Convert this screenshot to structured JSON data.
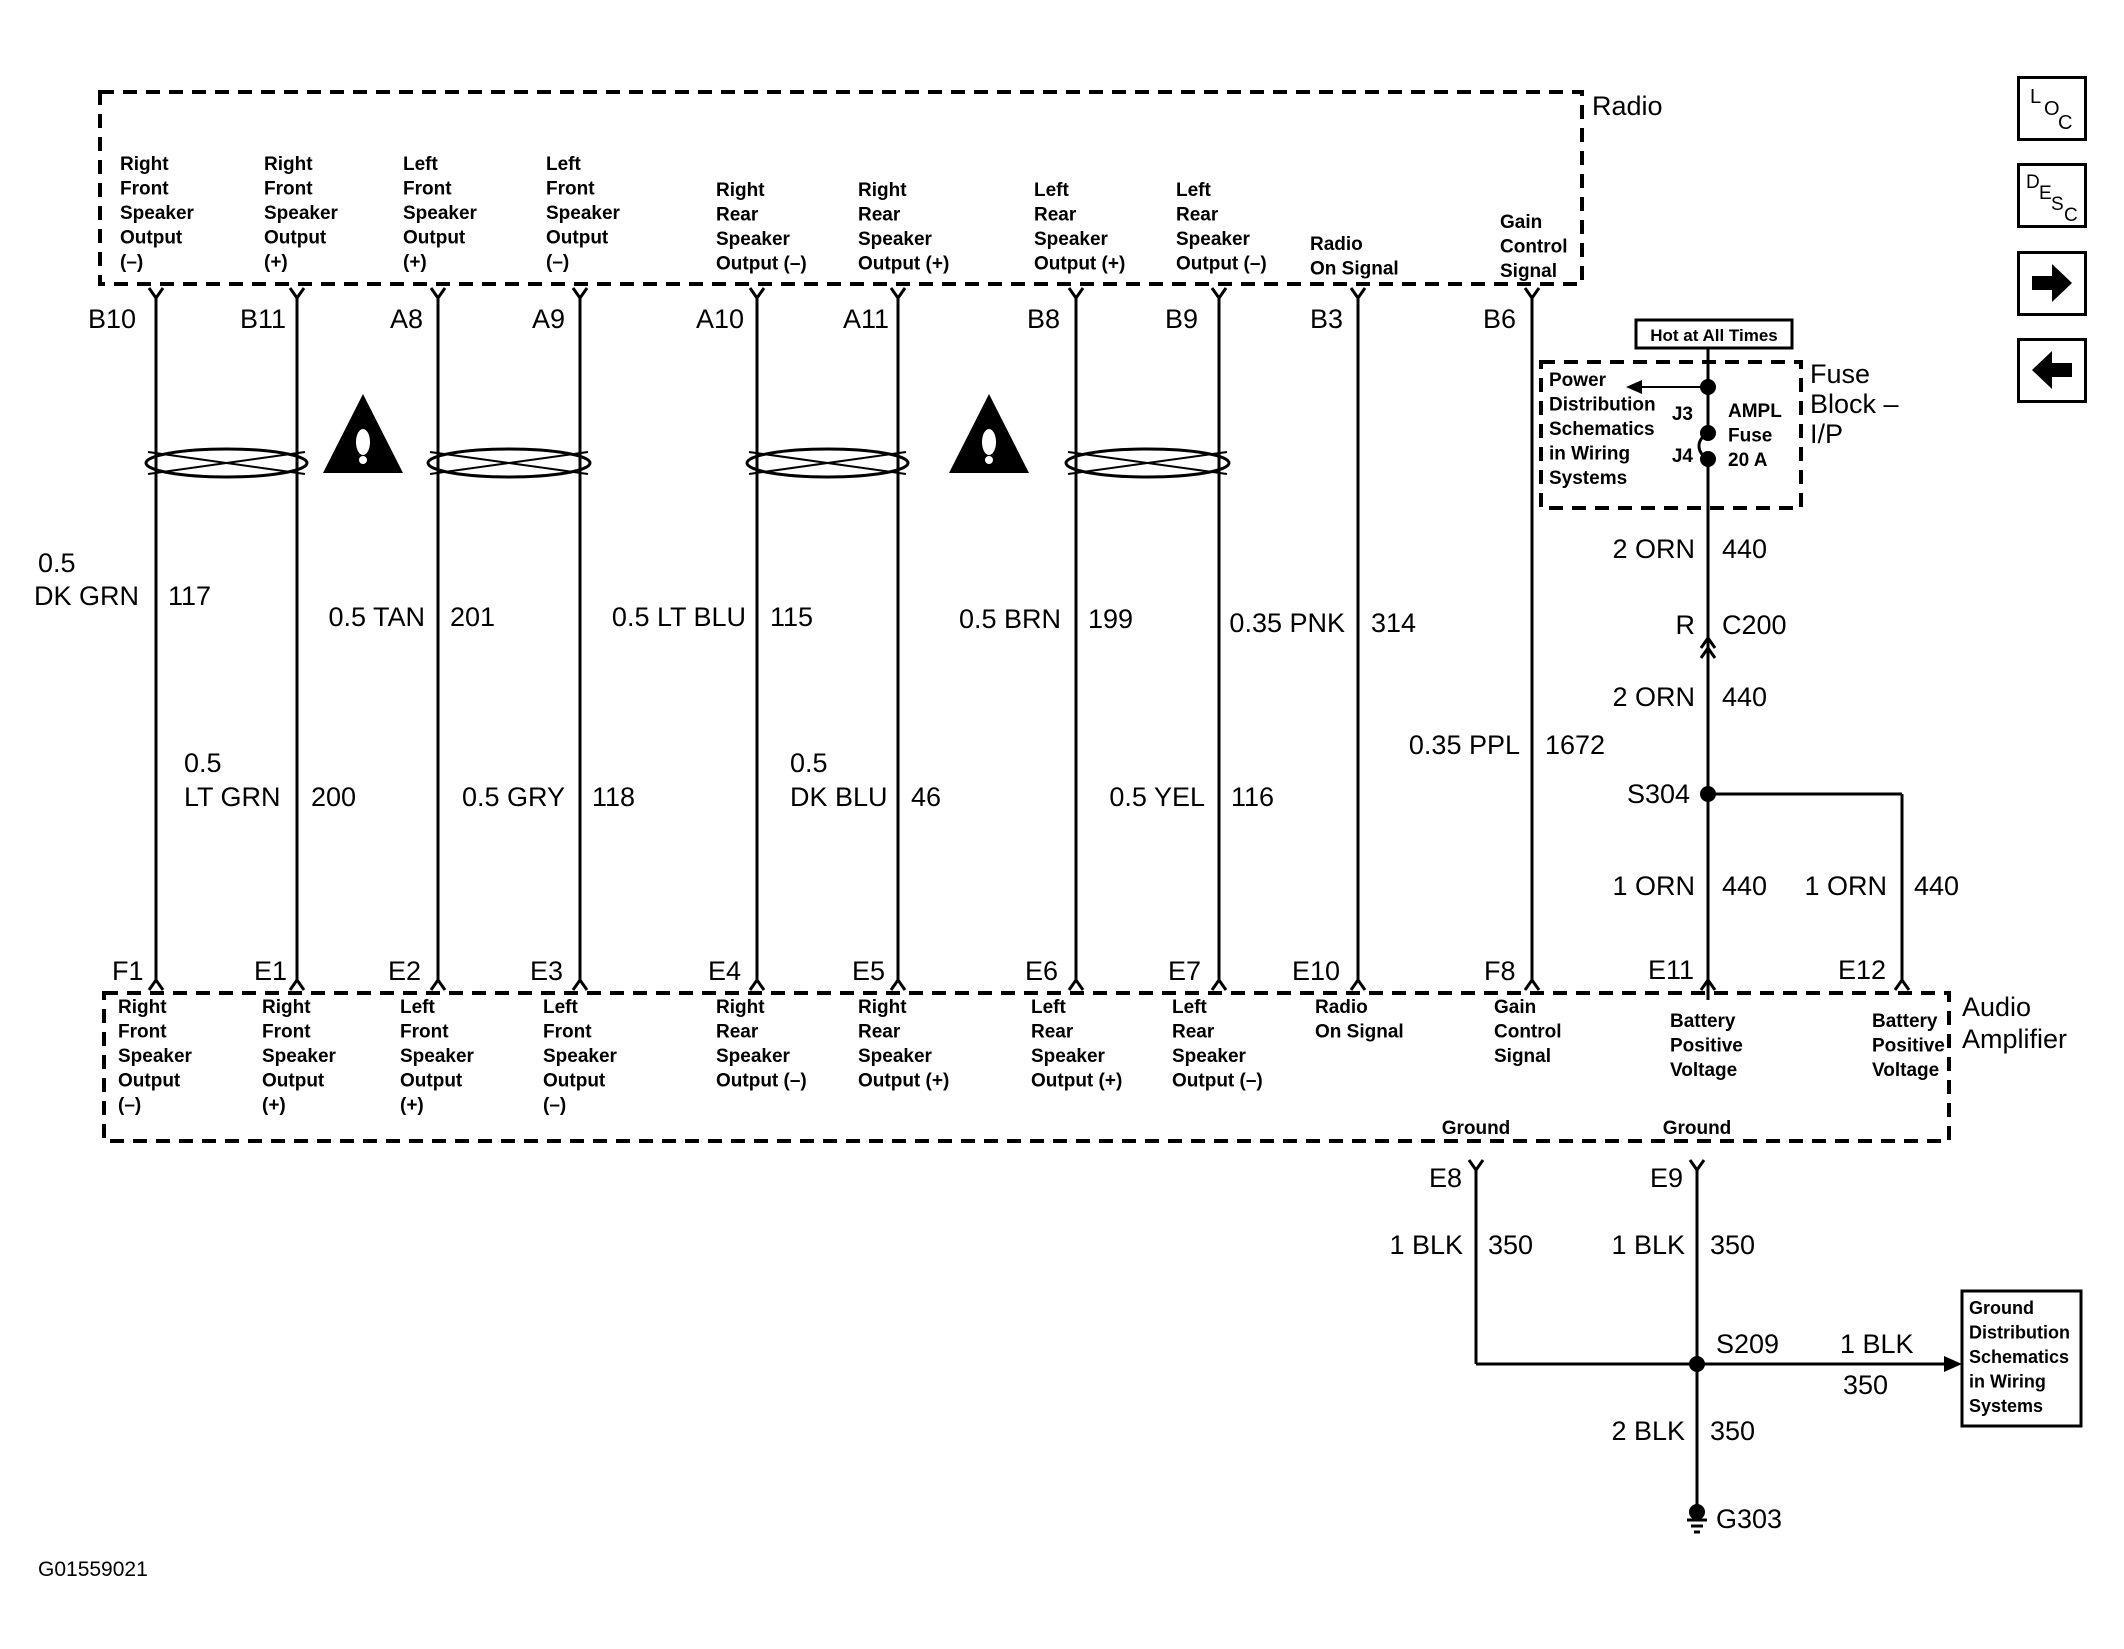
{
  "figure_id": "G01559021",
  "components": {
    "radio": "Radio",
    "amplifier": [
      "Audio",
      "Amplifier"
    ],
    "fuse_block": [
      "Fuse",
      "Block –",
      "I/P"
    ],
    "fuse_label": [
      "AMPL",
      "Fuse",
      "20 A"
    ],
    "fuse_terminals": [
      "J3",
      "J4"
    ],
    "hot_label": "Hot at All Times",
    "power_ref": [
      "Power",
      "Distribution",
      "Schematics",
      "in Wiring",
      "Systems"
    ],
    "ground_ref": [
      "Ground",
      "Distribution",
      "Schematics",
      "in Wiring",
      "Systems"
    ]
  },
  "radio_pins": [
    {
      "pin": "B10",
      "desc": [
        "Right",
        "Front",
        "Speaker",
        "Output",
        "(–)"
      ]
    },
    {
      "pin": "B11",
      "desc": [
        "Right",
        "Front",
        "Speaker",
        "Output",
        "(+)"
      ]
    },
    {
      "pin": "A8",
      "desc": [
        "Left",
        "Front",
        "Speaker",
        "Output",
        "(+)"
      ]
    },
    {
      "pin": "A9",
      "desc": [
        "Left",
        "Front",
        "Speaker",
        "Output",
        "(–)"
      ]
    },
    {
      "pin": "A10",
      "desc": [
        "Right",
        "Rear",
        "Speaker",
        "Output (–)"
      ]
    },
    {
      "pin": "A11",
      "desc": [
        "Right",
        "Rear",
        "Speaker",
        "Output (+)"
      ]
    },
    {
      "pin": "B8",
      "desc": [
        "Left",
        "Rear",
        "Speaker",
        "Output (+)"
      ]
    },
    {
      "pin": "B9",
      "desc": [
        "Left",
        "Rear",
        "Speaker",
        "Output (–)"
      ]
    },
    {
      "pin": "B3",
      "desc": [
        "Radio",
        "On Signal"
      ]
    },
    {
      "pin": "B6",
      "desc": [
        "Gain",
        "Control",
        "Signal"
      ]
    }
  ],
  "amp_pins": [
    {
      "pin": "F1",
      "desc": [
        "Right",
        "Front",
        "Speaker",
        "Output",
        "(–)"
      ]
    },
    {
      "pin": "E1",
      "desc": [
        "Right",
        "Front",
        "Speaker",
        "Output",
        "(+)"
      ]
    },
    {
      "pin": "E2",
      "desc": [
        "Left",
        "Front",
        "Speaker",
        "Output",
        "(+)"
      ]
    },
    {
      "pin": "E3",
      "desc": [
        "Left",
        "Front",
        "Speaker",
        "Output",
        "(–)"
      ]
    },
    {
      "pin": "E4",
      "desc": [
        "Right",
        "Rear",
        "Speaker",
        "Output (–)"
      ]
    },
    {
      "pin": "E5",
      "desc": [
        "Right",
        "Rear",
        "Speaker",
        "Output (+)"
      ]
    },
    {
      "pin": "E6",
      "desc": [
        "Left",
        "Rear",
        "Speaker",
        "Output (+)"
      ]
    },
    {
      "pin": "E7",
      "desc": [
        "Left",
        "Rear",
        "Speaker",
        "Output (–)"
      ]
    },
    {
      "pin": "E10",
      "desc": [
        "Radio",
        "On Signal"
      ]
    },
    {
      "pin": "F8",
      "desc": [
        "Gain",
        "Control",
        "Signal"
      ]
    },
    {
      "pin": "E11",
      "desc": [
        "Battery",
        "Positive",
        "Voltage"
      ]
    },
    {
      "pin": "E12",
      "desc": [
        "Battery",
        "Positive",
        "Voltage"
      ]
    }
  ],
  "amp_ground_pins": [
    {
      "pin": "E8",
      "desc": "Ground"
    },
    {
      "pin": "E9",
      "desc": "Ground"
    }
  ],
  "wires": [
    {
      "gauge_color": [
        "0.5",
        "DK GRN"
      ],
      "circuit": "117"
    },
    {
      "gauge_color": [
        "0.5",
        "LT GRN"
      ],
      "circuit": "200"
    },
    {
      "gauge_color": [
        "0.5 TAN"
      ],
      "circuit": "201"
    },
    {
      "gauge_color": [
        "0.5 GRY"
      ],
      "circuit": "118"
    },
    {
      "gauge_color": [
        "0.5 LT BLU"
      ],
      "circuit": "115"
    },
    {
      "gauge_color": [
        "0.5",
        "DK BLU"
      ],
      "circuit": "46"
    },
    {
      "gauge_color": [
        "0.5 BRN"
      ],
      "circuit": "199"
    },
    {
      "gauge_color": [
        "0.5 YEL"
      ],
      "circuit": "116"
    },
    {
      "gauge_color": [
        "0.35 PNK"
      ],
      "circuit": "314"
    },
    {
      "gauge_color": [
        "0.35 PPL"
      ],
      "circuit": "1672"
    }
  ],
  "power_circuit": {
    "seg1": {
      "gauge_color": "2 ORN",
      "circuit": "440"
    },
    "connector_pin": "R",
    "connector": "C200",
    "seg2": {
      "gauge_color": "2 ORN",
      "circuit": "440"
    },
    "splice": "S304",
    "seg3": {
      "gauge_color": "1 ORN",
      "circuit": "440"
    },
    "seg4": {
      "gauge_color": "1 ORN",
      "circuit": "440"
    }
  },
  "ground_circuit": {
    "e8_wire": {
      "gauge_color": "1 BLK",
      "circuit": "350"
    },
    "e9_wire": {
      "gauge_color": "1 BLK",
      "circuit": "350"
    },
    "splice": "S209",
    "ref_wire": {
      "gauge_color": "1 BLK",
      "circuit": "350"
    },
    "ground_wire": {
      "gauge_color": "2 BLK",
      "circuit": "350"
    },
    "ground_point": "G303"
  },
  "nav_buttons": [
    {
      "name": "loc",
      "label": [
        "L",
        "O",
        "C"
      ]
    },
    {
      "name": "desc",
      "label": [
        "D",
        "E",
        "S",
        "C"
      ]
    },
    {
      "name": "next",
      "icon": "right-arrow-icon"
    },
    {
      "name": "prev",
      "icon": "left-arrow-icon"
    }
  ]
}
